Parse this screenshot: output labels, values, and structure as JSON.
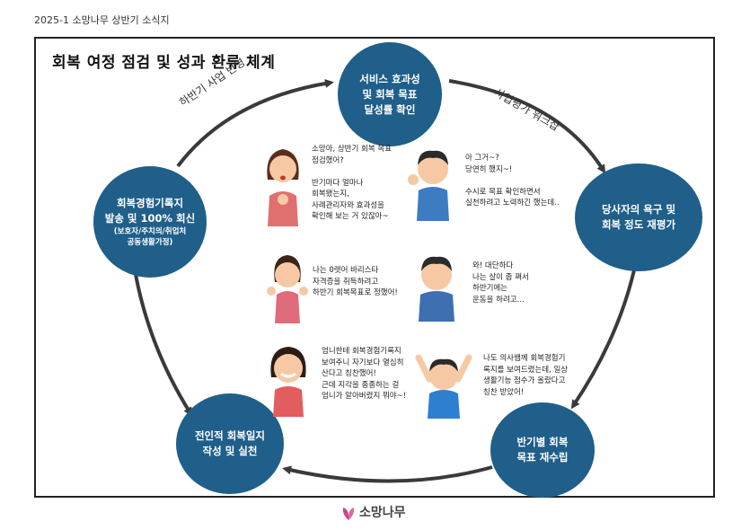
{
  "header": {
    "text": "2025-1 소망나무 상반기 소식지"
  },
  "title": "회복 여정 점검 및 성과 환류 체계",
  "nodes": {
    "service": [
      "서비스 효과성",
      "및 회복 목표",
      "달성률 확인"
    ],
    "needs": [
      "당사자의 욕구 및",
      "회복 정도 재평가"
    ],
    "goal": [
      "반기별 회복",
      "목표 재수립"
    ],
    "diary": [
      "전인적 회복일지",
      "작성 및 실천"
    ],
    "record": [
      "회복경험기록지",
      "발송 및 100% 회신"
    ],
    "record_note": [
      "(보호자/주치의/취업처",
      "공동생활가정)"
    ]
  },
  "arrow_labels": {
    "left": "하반기 사업 반영",
    "right": "사업평가 워크샵"
  },
  "bubbles": {
    "b1": "소망아, 상반기 회복 목표\n점검했어?\n\n반기마다 얼마나\n회복됐는지,\n사례관리자와 효과성을\n확인해 보는 거 있잖아~",
    "b2": "아 그거~?\n당연히 했지~!\n\n수시로 목표 확인하면서\n실천하려고 노력하긴 했는데..",
    "b3": "나는 0렛어 바리스타\n자격증을 취득하려고\n하반기 회복목표로 정했어!",
    "b4": "와! 대단하다\n나는 살이 좀 쪄서\n하반기에는\n운동을 하려고...",
    "b5": "엄니한테 회복경험기록지\n보여주니 자기보다 열심히\n산다고 칭찬했어!\n근데 지각을 종종하는 걸\n엄니가 알아버렸지 뭐야~!",
    "b6": "나도 의사쌤께 회복경험기\n록지를 보여드렸는데, 일상\n생활기능 점수가 올랐다고\n칭찬 받았어!"
  },
  "footer": {
    "logo_text": "소망나무"
  },
  "colors": {
    "node": "#1f5f8a",
    "arrow": "#3a3a3a"
  }
}
